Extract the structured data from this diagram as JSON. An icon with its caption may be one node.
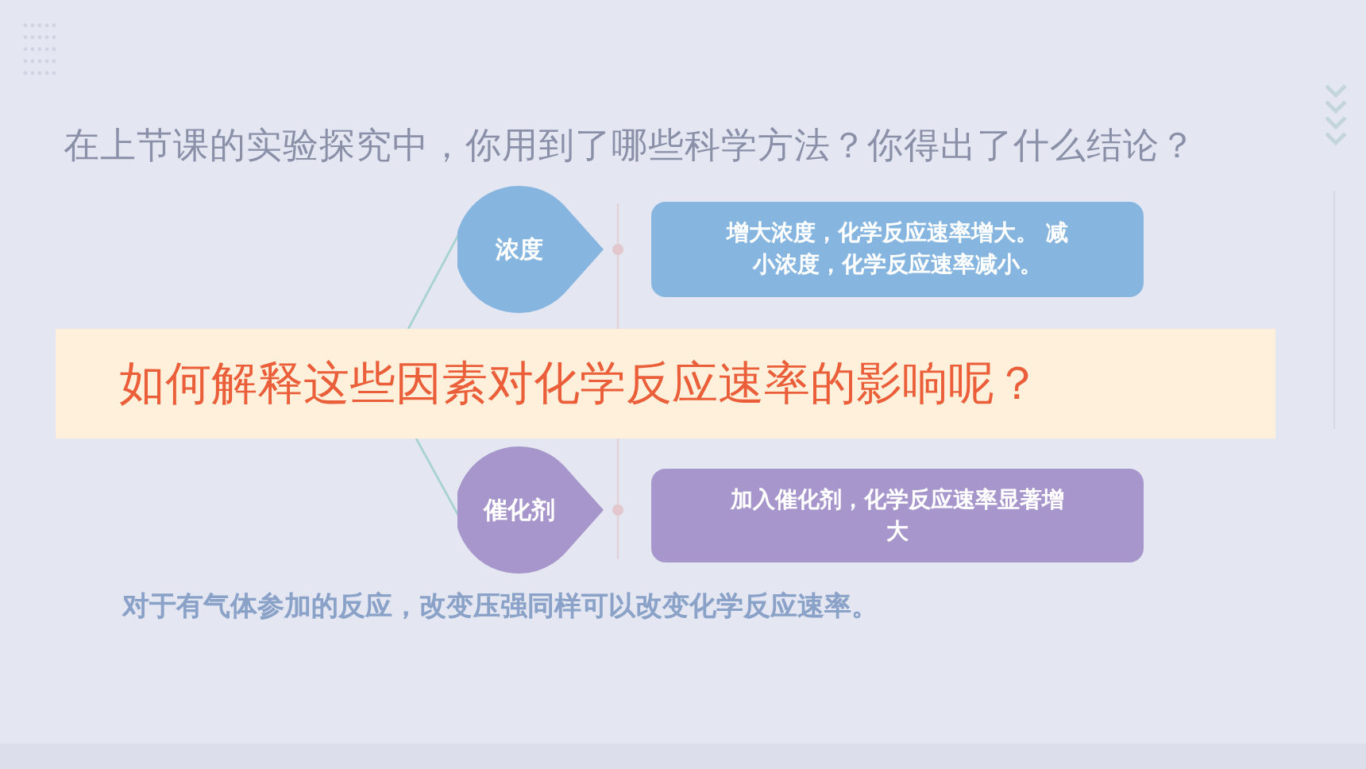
{
  "diagram": {
    "title": "在上节课的实验探究中，你用到了哪些科学方法？你得出了什么结论？",
    "nodes": [
      {
        "text": [
          "浓度"
        ]
      },
      {
        "text": [
          "增大浓度，化学反应速率增大。 减小浓度，化学反应速率减小。"
        ]
      },
      {
        "text": [
          "如何解释这些因素对化学反应速率的影响呢？"
        ]
      },
      {
        "text": [
          "催化剂"
        ]
      },
      {
        "text": [
          "加入催化剂，化学反应速率显著增大"
        ]
      }
    ],
    "edges": [
      {
        "from": 2,
        "to": 0,
        "arrow": "none"
      },
      {
        "from": 2,
        "to": 3,
        "arrow": "none"
      }
    ],
    "labels": [
      "对于有气体参加的反应，改变压强同样可以改变化学反应速率。"
    ]
  }
}
